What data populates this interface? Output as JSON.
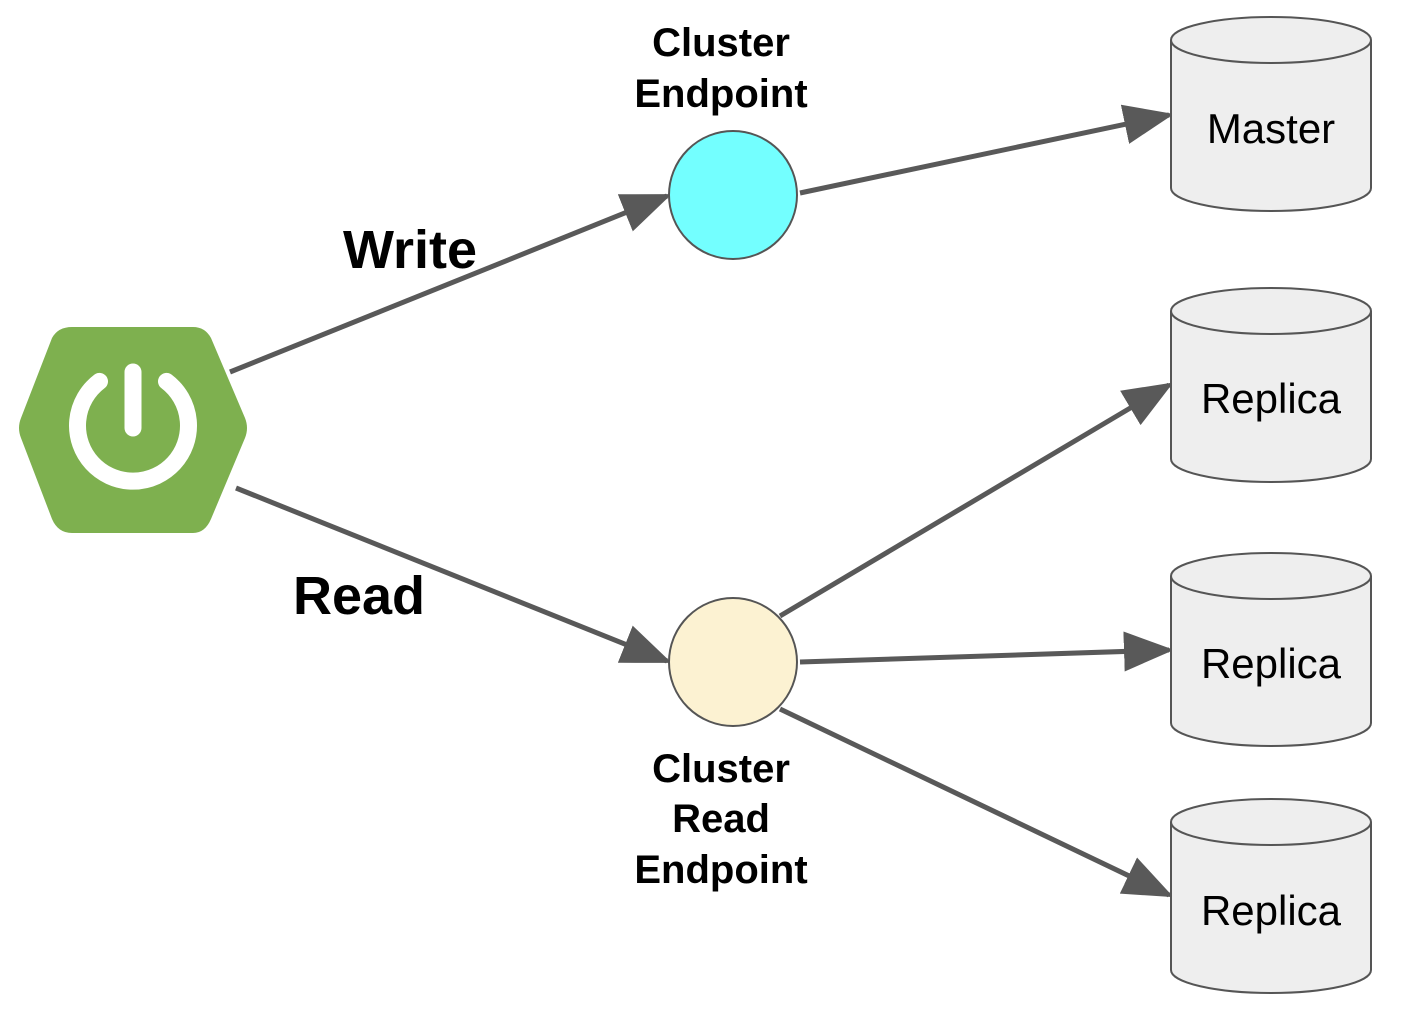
{
  "diagram": {
    "edges": {
      "write_label": "Write",
      "read_label": "Read"
    },
    "cluster_endpoint": {
      "label_line1": "Cluster",
      "label_line2": "Endpoint",
      "color": "#73ffff"
    },
    "cluster_read_endpoint": {
      "label_line1": "Cluster",
      "label_line2": "Read",
      "label_line3": "Endpoint",
      "color": "#fcf2d2"
    },
    "databases": {
      "master": "Master",
      "replica_1": "Replica",
      "replica_2": "Replica",
      "replica_3": "Replica",
      "fill_color": "#eeeeee"
    },
    "app_logo": {
      "icon": "spring-boot-power-icon",
      "color": "#7eb04f"
    },
    "arrow_color": "#595959"
  }
}
